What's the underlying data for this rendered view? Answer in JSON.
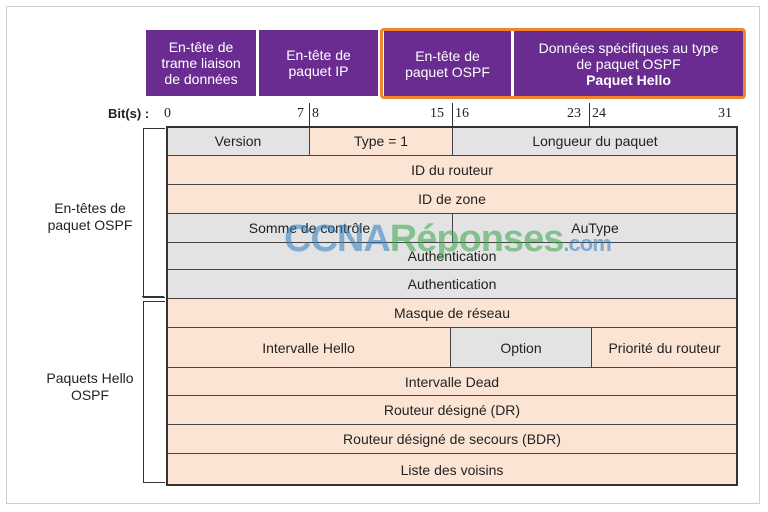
{
  "header": {
    "box1_line1": "En-tête de",
    "box1_line2": "trame liaison",
    "box1_line3": "de données",
    "box2_line1": "En-tête de",
    "box2_line2": "paquet IP",
    "box3_line1": "En-tête de",
    "box3_line2": "paquet OSPF",
    "box4_line1": "Données spécifiques au type",
    "box4_line2": "de paquet OSPF",
    "box4_line3": "Paquet Hello"
  },
  "bits": {
    "label": "Bit(s) :",
    "b0": "0",
    "b7": "7",
    "b8": "8",
    "b15": "15",
    "b16": "16",
    "b23": "23",
    "b24": "24",
    "b31": "31"
  },
  "rows": {
    "version": "Version",
    "type": "Type = 1",
    "length": "Longueur du paquet",
    "router_id": "ID du routeur",
    "area_id": "ID de zone",
    "checksum": "Somme de contrôle",
    "autype": "AuType",
    "auth1": "Authentication",
    "auth2": "Authentication",
    "netmask": "Masque de réseau",
    "hello_interval": "Intervalle Hello",
    "option": "Option",
    "router_priority": "Priorité du routeur",
    "dead_interval": "Intervalle Dead",
    "dr": "Routeur désigné (DR)",
    "bdr": "Routeur désigné de secours (BDR)",
    "neighbors": "Liste des voisins"
  },
  "side": {
    "ospf_headers_l1": "En-têtes de",
    "ospf_headers_l2": "paquet OSPF",
    "hello_l1": "Paquets Hello",
    "hello_l2": "OSPF"
  },
  "watermark": {
    "part1": "CCNA",
    "part2": "Réponses",
    "part3": ".com"
  },
  "colors": {
    "purple": "#6a2c91",
    "highlight": "#f0862c",
    "peach": "#fce4d4",
    "gray": "#e3e3e3"
  }
}
